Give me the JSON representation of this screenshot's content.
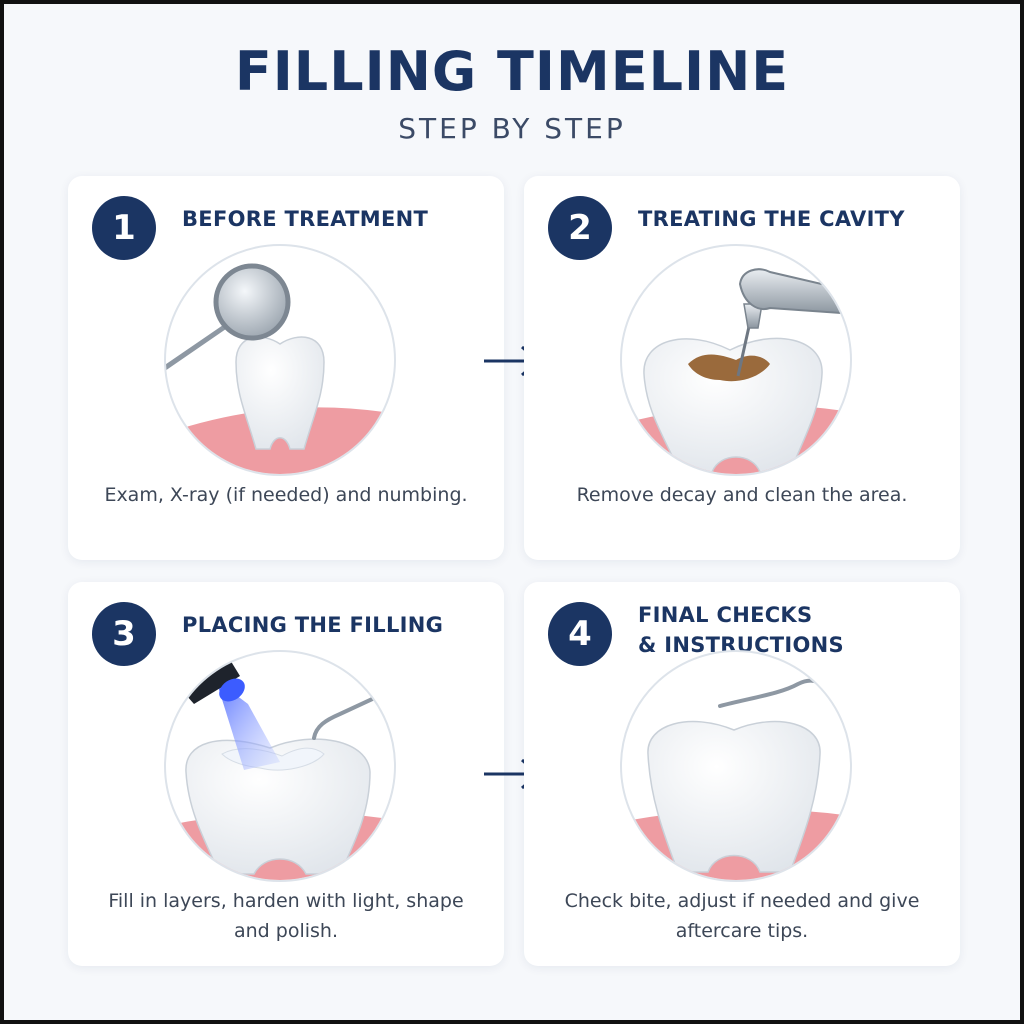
{
  "title": "FILLING TIMELINE",
  "subtitle": "STEP BY STEP",
  "colors": {
    "navy": "#1b3563",
    "gum": "#e89aa0",
    "decay": "#9a6a3c",
    "light": "#5b7bff"
  },
  "steps": [
    {
      "number": "1",
      "title_lines": [
        "BEFORE TREATMENT"
      ],
      "description": "Exam, X-ray (if needed) and numbing.",
      "icon": "dental-mirror-icon"
    },
    {
      "number": "2",
      "title_lines": [
        "TREATING THE CAVITY"
      ],
      "description": "Remove decay and clean the area.",
      "icon": "dental-drill-icon"
    },
    {
      "number": "3",
      "title_lines": [
        "PLACING THE FILLING"
      ],
      "description": "Fill in layers, harden with light, shape and polish.",
      "icon": "curing-light-icon"
    },
    {
      "number": "4",
      "title_lines": [
        "FINAL CHECKS",
        "& INSTRUCTIONS"
      ],
      "description": "Check bite, adjust if needed and give aftercare tips.",
      "icon": "dental-probe-icon"
    }
  ]
}
